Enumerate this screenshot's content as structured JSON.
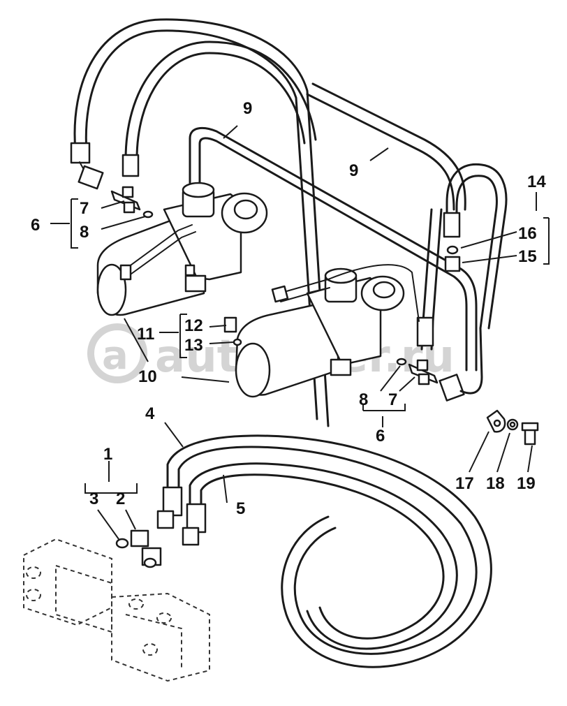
{
  "diagram": {
    "callouts": {
      "c1": "1",
      "c2": "2",
      "c3": "3",
      "c4": "4",
      "c5": "5",
      "c6a": "6",
      "c6b": "6",
      "c7a": "7",
      "c7b": "7",
      "c8a": "8",
      "c8b": "8",
      "c9a": "9",
      "c9b": "9",
      "c10": "10",
      "c11": "11",
      "c12": "12",
      "c13": "13",
      "c14": "14",
      "c15": "15",
      "c16": "16",
      "c17": "17",
      "c18": "18",
      "c19": "19"
    },
    "watermark": "autopiter.ru",
    "colors": {
      "ink": "#1a1a1a",
      "watermark": "#d4d4d4",
      "background": "#ffffff"
    }
  }
}
